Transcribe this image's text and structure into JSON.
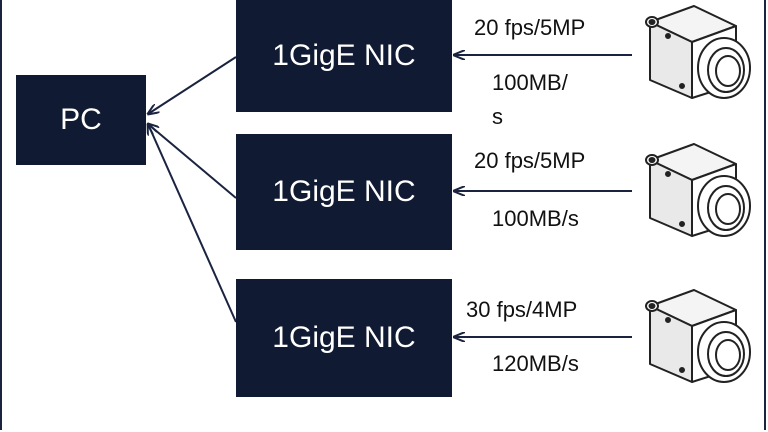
{
  "pc": {
    "label": "PC"
  },
  "links": [
    {
      "nic": "1GigE NIC",
      "rate": "20 fps/5MP",
      "bandwidth_line1": "100MB/",
      "bandwidth_line2": "s",
      "camera_icon": "camera-icon"
    },
    {
      "nic": "1GigE NIC",
      "rate": "20 fps/5MP",
      "bandwidth": "100MB/s",
      "camera_icon": "camera-icon"
    },
    {
      "nic": "1GigE NIC",
      "rate": "30 fps/4MP",
      "bandwidth": "120MB/s",
      "camera_icon": "camera-icon"
    }
  ],
  "colors": {
    "box": "#111a33",
    "line": "#1a2440"
  }
}
